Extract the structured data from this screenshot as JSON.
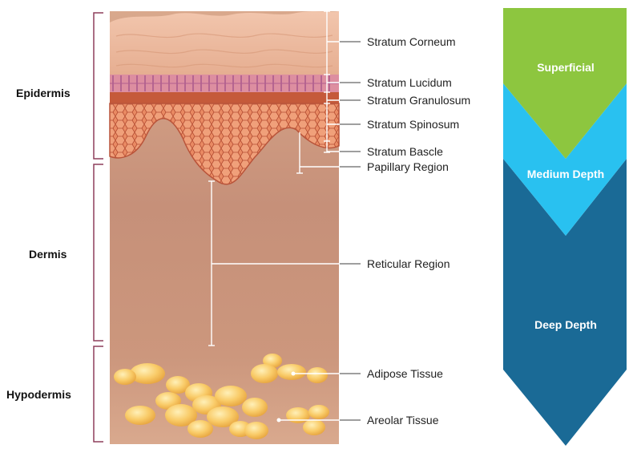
{
  "regions": [
    {
      "label": "Epidermis"
    },
    {
      "label": "Dermis"
    },
    {
      "label": "Hypodermis"
    }
  ],
  "layers": [
    {
      "label": "Stratum Corneum"
    },
    {
      "label": "Stratum Lucidum"
    },
    {
      "label": "Stratum Granulosum"
    },
    {
      "label": "Stratum Spinosum"
    },
    {
      "label": "Stratum Bascle"
    },
    {
      "label": "Papillary Region"
    },
    {
      "label": "Reticular Region"
    },
    {
      "label": "Adipose Tissue"
    },
    {
      "label": "Areolar Tissue"
    }
  ],
  "depth": [
    {
      "label": "Superficial",
      "color": "#8dc63f"
    },
    {
      "label": "Medium Depth",
      "color": "#29c1f0"
    },
    {
      "label": "Deep Depth",
      "color": "#1a6a96"
    }
  ],
  "colors": {
    "bracket": "#8e3e5b",
    "skin_top": "#e9b497",
    "skin_mid": "#c99078",
    "skin_bottom": "#d4a187",
    "epidermis_cells": "#e27a55",
    "fat": "#f6c15a"
  }
}
